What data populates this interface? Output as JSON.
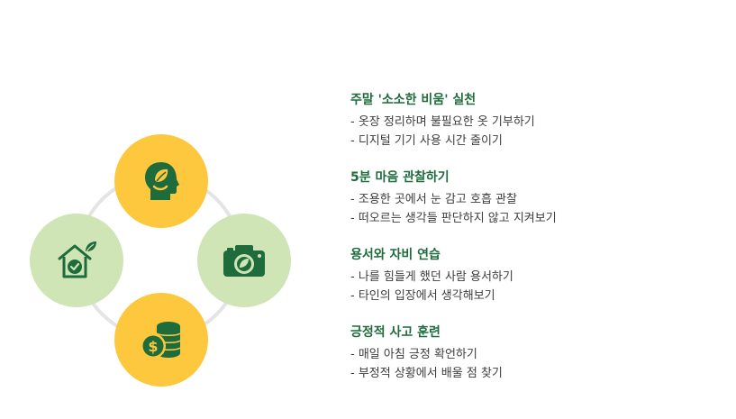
{
  "colors": {
    "accent_yellow": "#fdc83e",
    "accent_light_green": "#d0e5b6",
    "icon_green": "#1e6b3c",
    "ring_gray": "#e4e4e4",
    "title_green": "#1e6b3c",
    "body_text": "#3d3d3d"
  },
  "diagram": {
    "nodes": [
      {
        "icon": "mind-leaf-head-icon",
        "color": "yellow"
      },
      {
        "icon": "eco-house-check-icon",
        "color": "light-green"
      },
      {
        "icon": "camera-leaf-icon",
        "color": "light-green"
      },
      {
        "icon": "coin-stack-dollar-icon",
        "color": "yellow"
      }
    ]
  },
  "sections": [
    {
      "title": "주말 '소소한 비움' 실천",
      "items": [
        "- 옷장 정리하며 불필요한 옷 기부하기",
        "- 디지털 기기 사용 시간 줄이기"
      ]
    },
    {
      "title": "5분 마음 관찰하기",
      "items": [
        "- 조용한 곳에서 눈 감고 호흡 관찰",
        "- 떠오르는 생각들 판단하지 않고 지켜보기"
      ]
    },
    {
      "title": "용서와 자비 연습",
      "items": [
        "- 나를 힘들게 했던 사람 용서하기",
        "- 타인의 입장에서 생각해보기"
      ]
    },
    {
      "title": "긍정적 사고 훈련",
      "items": [
        "- 매일 아침 긍정 확언하기",
        "- 부정적 상황에서 배울 점 찾기"
      ]
    }
  ]
}
